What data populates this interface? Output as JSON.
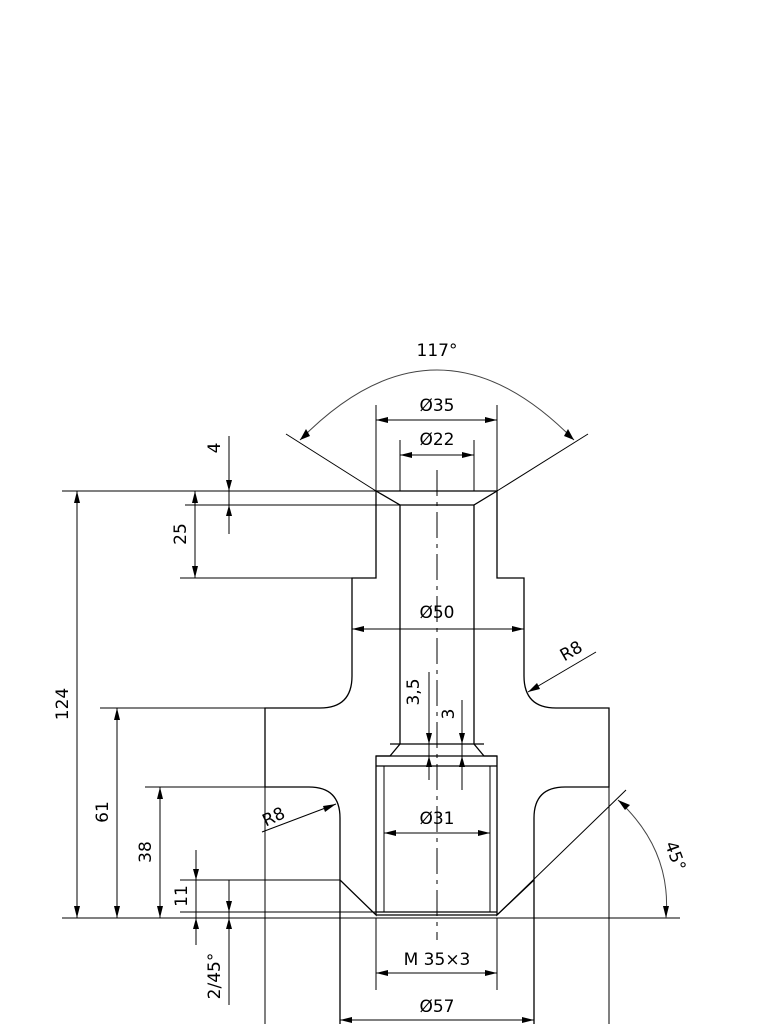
{
  "dimensions": {
    "angle_top": "117°",
    "dia_35": "Ø35",
    "dia_22": "Ø22",
    "len_4": "4",
    "len_25": "25",
    "dia_50": "Ø50",
    "radius_upper": "R8",
    "len_124": "124",
    "len_3_5": "3,5",
    "len_3": "3",
    "len_61": "61",
    "radius_lower": "R8",
    "dia_31": "Ø31",
    "len_38": "38",
    "angle_45": "45°",
    "len_11": "11",
    "chamfer": "2/45°",
    "thread": "M 35×3",
    "dia_57": "Ø57"
  }
}
